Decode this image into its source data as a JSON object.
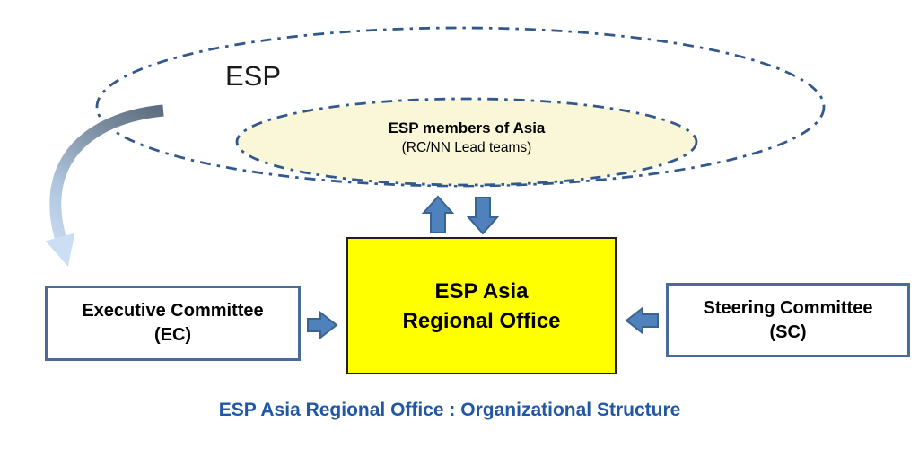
{
  "title": {
    "text": "ESP Asia Regional Office : Organizational Structure",
    "color": "#2057A7"
  },
  "outer_group": {
    "label": "ESP"
  },
  "members_ellipse": {
    "title": "ESP members of Asia",
    "subtitle": "(RC/NN Lead teams)",
    "fill": "#FAF6D8",
    "stroke": "#33598C"
  },
  "regional_office_box": {
    "line1": "ESP Asia",
    "line2": "Regional Office",
    "fill": "#FFFF00"
  },
  "executive_committee_box": {
    "line1": "Executive Committee",
    "line2": "(EC)"
  },
  "steering_committee_box": {
    "line1": "Steering Committee",
    "line2": "(SC)"
  },
  "colors": {
    "arrow_fill": "#4F81BD",
    "arrow_stroke": "#3A648F",
    "dash_stroke": "#33598C",
    "box_border": "#4A6B9A",
    "curved_arrow_start": "#5B6C7E",
    "curved_arrow_end": "#CCDEF4"
  },
  "icons": {
    "curved_arrow": "curved-flow-arrow",
    "up_arrow": "up-arrow",
    "down_arrow": "down-arrow",
    "right_arrow": "right-arrow",
    "left_arrow": "left-arrow"
  }
}
